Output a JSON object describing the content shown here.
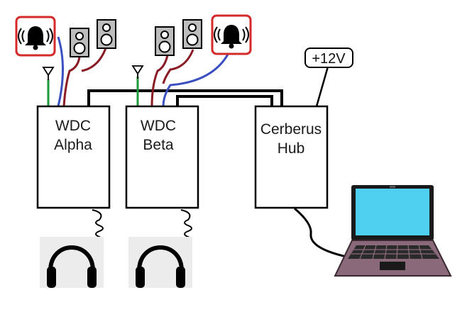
{
  "diagram": {
    "units": [
      {
        "id": "alpha",
        "line1": "WDC",
        "line2": "Alpha"
      },
      {
        "id": "beta",
        "line1": "WDC",
        "line2": "Beta"
      },
      {
        "id": "hub",
        "line1": "Cerberus",
        "line2": "Hub"
      }
    ],
    "power_label": "+12V",
    "colors": {
      "antenna_wire": "#1a9a3a",
      "alarm_wire": "#3a4fc0",
      "speaker_wire": "#8a1a24",
      "alarm_border": "#d42a2a",
      "laptop_screen": "#4fd0f0",
      "laptop_body": "#8a6a7a"
    },
    "icons": [
      "alarm-bell-icon",
      "speaker-icon",
      "antenna-icon",
      "headphones-icon",
      "laptop-icon"
    ]
  }
}
